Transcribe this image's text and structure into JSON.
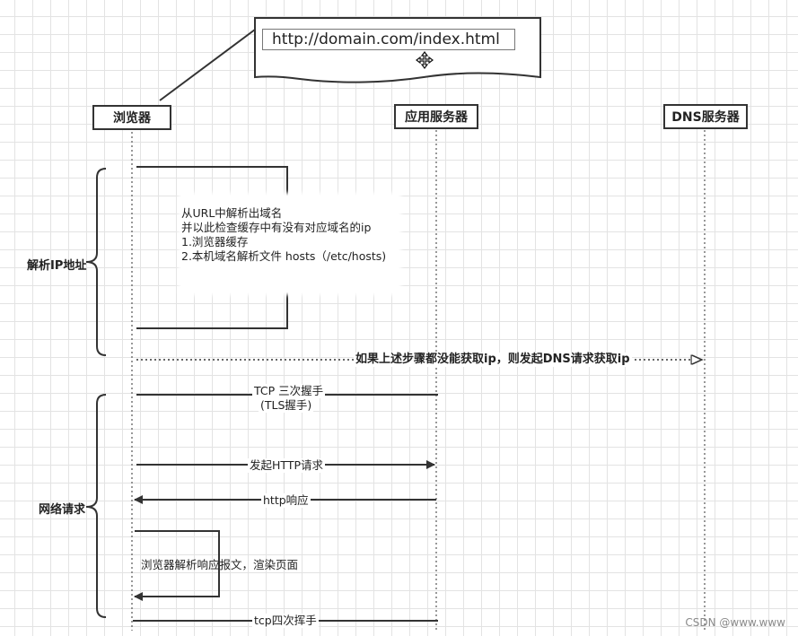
{
  "url": "http://domain.com/index.html",
  "participants": {
    "browser": "浏览器",
    "app_server": "应用服务器",
    "dns_server": "DNS服务器"
  },
  "groups": {
    "resolve_ip": "解析IP地址",
    "network": "网络请求"
  },
  "note": {
    "line1": "从URL中解析出域名",
    "line2": "并以此检查缓存中有没有对应域名的ip",
    "line3": "1.浏览器缓存",
    "line4": "2.本机域名解析文件 hosts（/etc/hosts)"
  },
  "messages": {
    "dns_request": "如果上述步骤都没能获取ip，则发起DNS请求获取ip",
    "tcp_handshake_1": "TCP 三次握手",
    "tcp_handshake_2": "(TLS握手)",
    "http_request": "发起HTTP请求",
    "http_response": "http响应",
    "render_1": "浏览器解析响应报文，渲染页面",
    "tcp_close": "tcp四次挥手"
  },
  "watermark": "CSDN @www.www",
  "cursor_icon": "move-cursor-icon"
}
